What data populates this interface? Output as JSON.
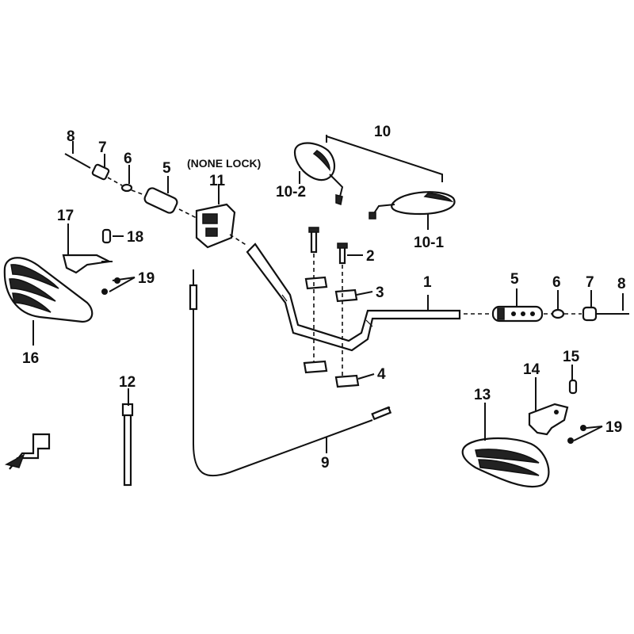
{
  "note": "(NONE LOCK)",
  "labels": {
    "p1": "1",
    "p2": "2",
    "p3": "3",
    "p4": "4",
    "p5_left": "5",
    "p5_right": "5",
    "p6_left": "6",
    "p6_right": "6",
    "p7_left": "7",
    "p7_right": "7",
    "p8_left": "8",
    "p8_right": "8",
    "p9": "9",
    "p10": "10",
    "p10_1": "10-1",
    "p10_2": "10-2",
    "p11": "11",
    "p12": "12",
    "p13": "13",
    "p14": "14",
    "p15": "15",
    "p16": "16",
    "p17": "17",
    "p18": "18",
    "p19_left": "19",
    "p19_right": "19"
  }
}
